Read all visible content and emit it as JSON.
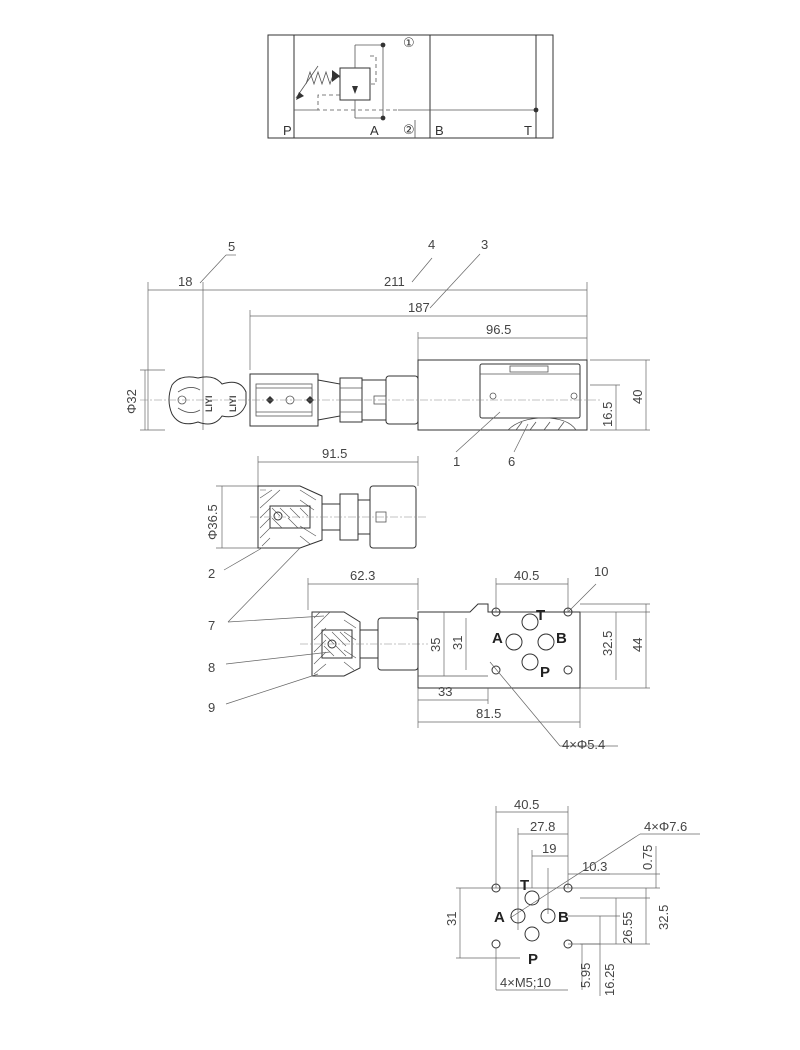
{
  "schematic": {
    "ports": [
      "P",
      "A",
      "B",
      "T"
    ],
    "marks": [
      "①",
      "②"
    ]
  },
  "side_view": {
    "dims": [
      "18",
      "211",
      "187",
      "96.5",
      "Φ32",
      "16.5",
      "40"
    ],
    "leaders": [
      "5",
      "4",
      "3",
      "1",
      "6"
    ],
    "brand": "LIYI"
  },
  "section_top": {
    "dims": [
      "91.5",
      "Φ36.5"
    ],
    "leaders": [
      "2",
      "7"
    ]
  },
  "section_mid": {
    "dims": [
      "62.3",
      "35",
      "31",
      "33",
      "81.5"
    ],
    "leaders": [
      "8",
      "9"
    ]
  },
  "port_face": {
    "dims": [
      "40.5",
      "32.5",
      "44",
      "4×Φ5.4"
    ],
    "leaders": [
      "10"
    ],
    "ports": [
      "T",
      "A",
      "B",
      "P"
    ]
  },
  "mounting": {
    "dims": [
      "40.5",
      "27.8",
      "19",
      "10.3",
      "0.75",
      "31",
      "26.55",
      "32.5",
      "5.95",
      "16.25",
      "4×Φ7.6",
      "4×M5;10"
    ],
    "ports": [
      "T",
      "A",
      "B",
      "P"
    ]
  }
}
